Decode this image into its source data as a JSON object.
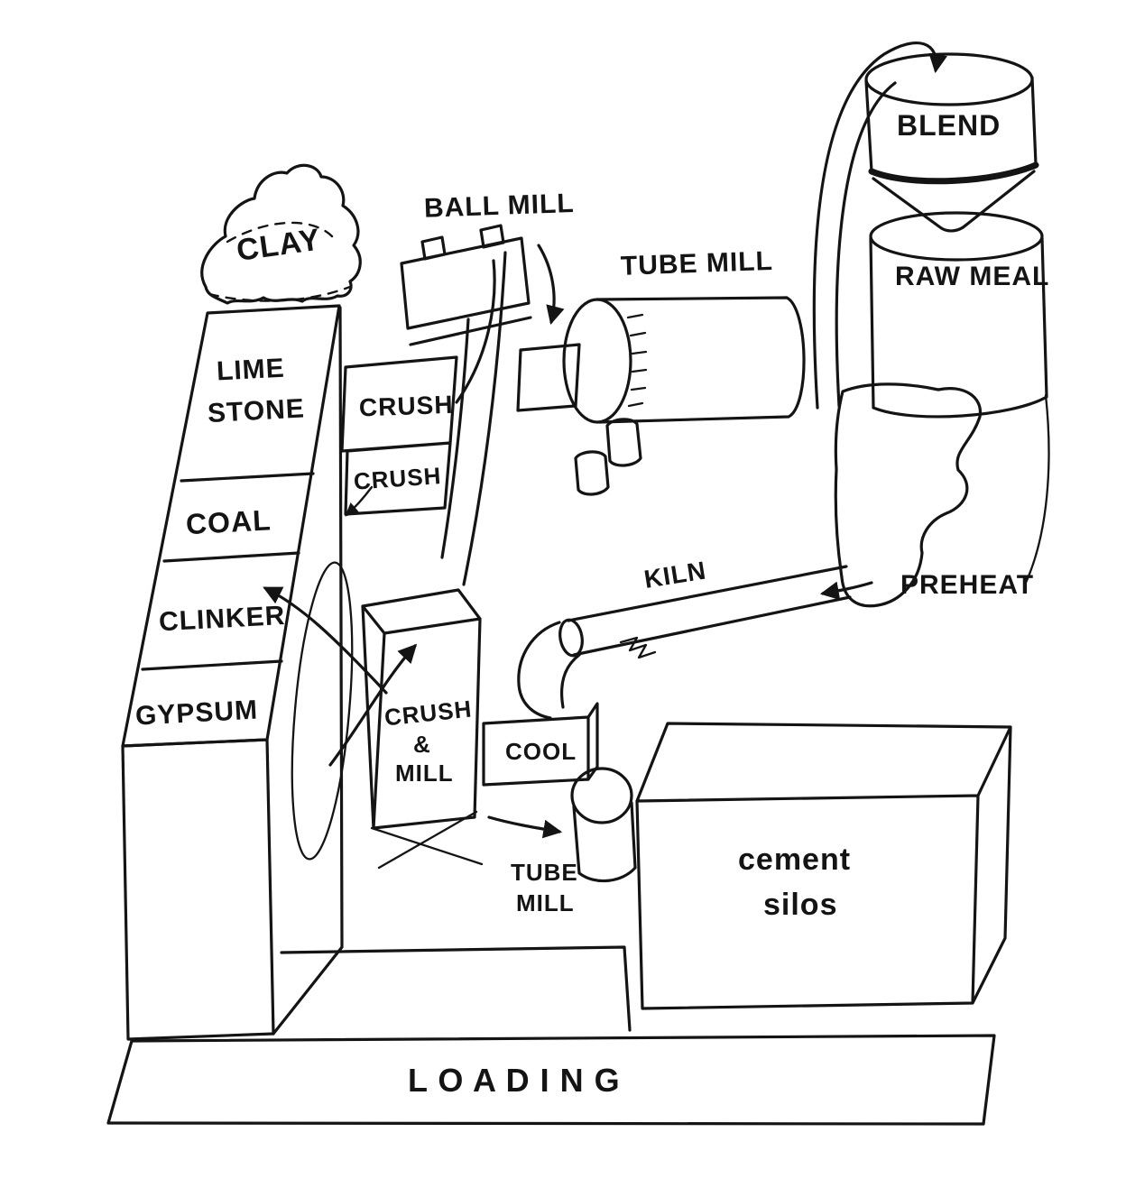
{
  "colors": {
    "ink": "#141414",
    "paper": "#ffffff"
  },
  "labels": {
    "clay": "CLAY",
    "ball_mill": "BALL MILL",
    "tube_mill": "TUBE MILL",
    "blend": "BLEND",
    "raw_meal": "RAW MEAL",
    "lime_line1": "LIME",
    "lime_line2": "STONE",
    "coal": "COAL",
    "clinker": "CLINKER",
    "gypsum": "GYPSUM",
    "crush_upper": "CRUSH",
    "crush_lower": "CRUSH",
    "kiln": "KILN",
    "preheat": "PREHEAT",
    "crush_mill_line1": "CRUSH",
    "crush_mill_line2": "&",
    "crush_mill_line3": "MILL",
    "cool": "COOL",
    "tube_mill_small_line1": "TUBE",
    "tube_mill_small_line2": "MILL",
    "cement_line1": "cement",
    "cement_line2": "silos",
    "loading": "L O A D I N G"
  }
}
